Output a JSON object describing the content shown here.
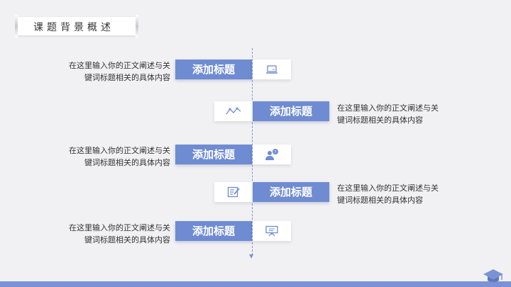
{
  "header": {
    "title": "课题背景概述"
  },
  "items": [
    {
      "heading": "添加标题",
      "desc_line1": "在这里输入你的正文阐述与关",
      "desc_line2": "键词标题相关的具体内容",
      "icon": "laptop-icon"
    },
    {
      "heading": "添加标题",
      "desc_line1": "在这里输入你的正文阐述与关",
      "desc_line2": "键词标题相关的具体内容",
      "icon": "trend-line-icon"
    },
    {
      "heading": "添加标题",
      "desc_line1": "在这里输入你的正文阐述与关",
      "desc_line2": "键词标题相关的具体内容",
      "icon": "question-person-icon"
    },
    {
      "heading": "添加标题",
      "desc_line1": "在这里输入你的正文阐述与关",
      "desc_line2": "键词标题相关的具体内容",
      "icon": "edit-document-icon"
    },
    {
      "heading": "添加标题",
      "desc_line1": "在这里输入你的正文阐述与关",
      "desc_line2": "键词标题相关的具体内容",
      "icon": "presentation-board-icon"
    }
  ],
  "colors": {
    "accent": "#6f8bd2",
    "background": "#f1f1f4",
    "bar": "#7b93d4"
  }
}
